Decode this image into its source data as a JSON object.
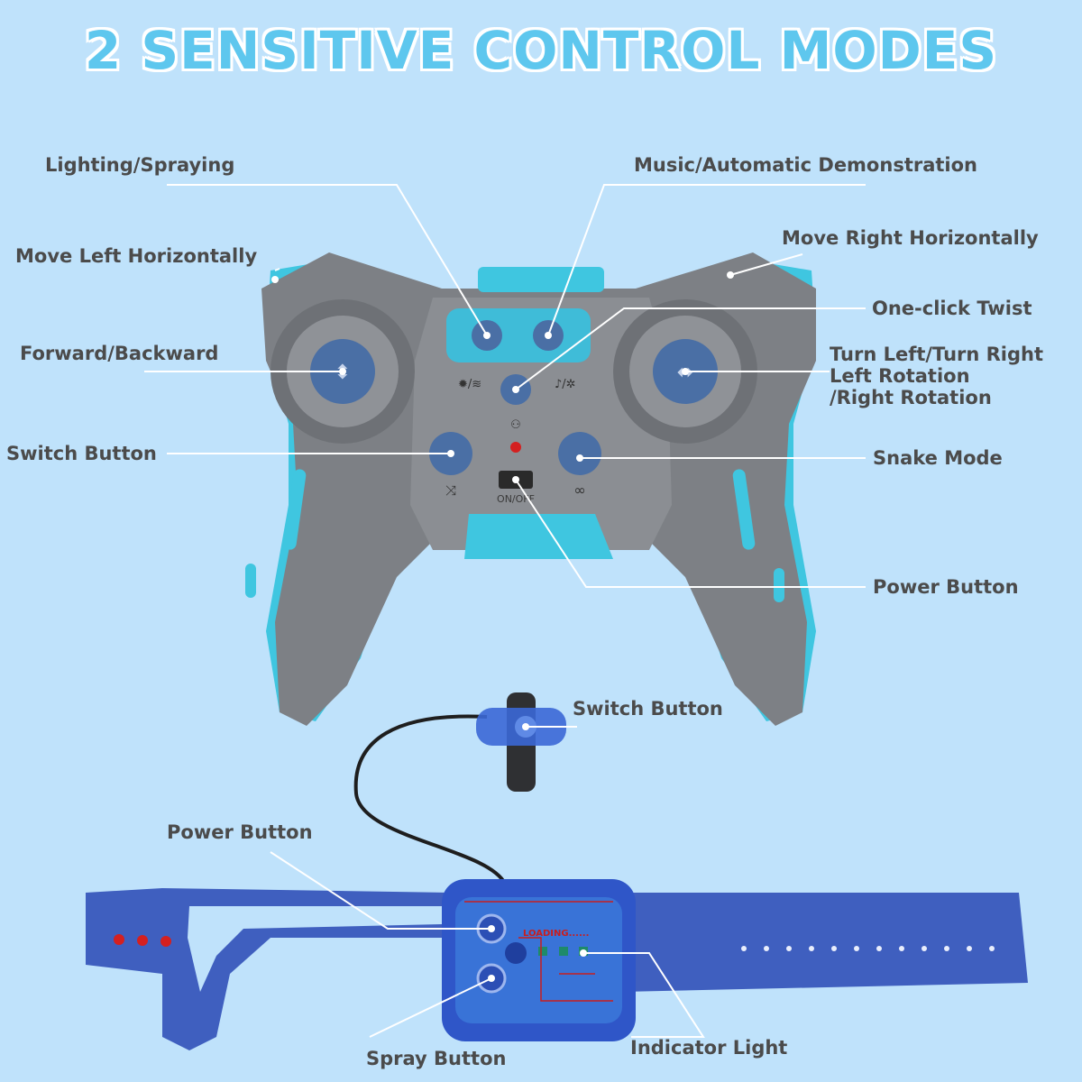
{
  "title": "2 SENSITIVE CONTROL MODES",
  "colors": {
    "background": "#bfe2fb",
    "title": "#5ec7ee",
    "label": "#4b4b4b",
    "controller_body": "#7d8085",
    "controller_accent": "#3fc6e0",
    "button": "#4a6fa5",
    "wristband": "#3f5fbf"
  },
  "controller": {
    "labels": {
      "lighting_spraying": "Lighting/Spraying",
      "music_auto_demo": "Music/Automatic Demonstration",
      "move_left": "Move Left Horizontally",
      "move_right": "Move Right Horizontally",
      "one_click_twist": "One-click Twist",
      "forward_backward": "Forward/Backward",
      "turn_line1": "Turn Left/Turn Right",
      "turn_line2": "Left Rotation",
      "turn_line3": "/Right Rotation",
      "switch_button": "Switch Button",
      "snake_mode": "Snake Mode",
      "power_button": "Power Button"
    },
    "switch_text": "ON/OFF"
  },
  "wristband": {
    "labels": {
      "switch_button": "Switch Button",
      "power_button": "Power Button",
      "spray_button": "Spray Button",
      "indicator_light": "Indicator Light"
    },
    "screen_text": "LOADING......"
  }
}
